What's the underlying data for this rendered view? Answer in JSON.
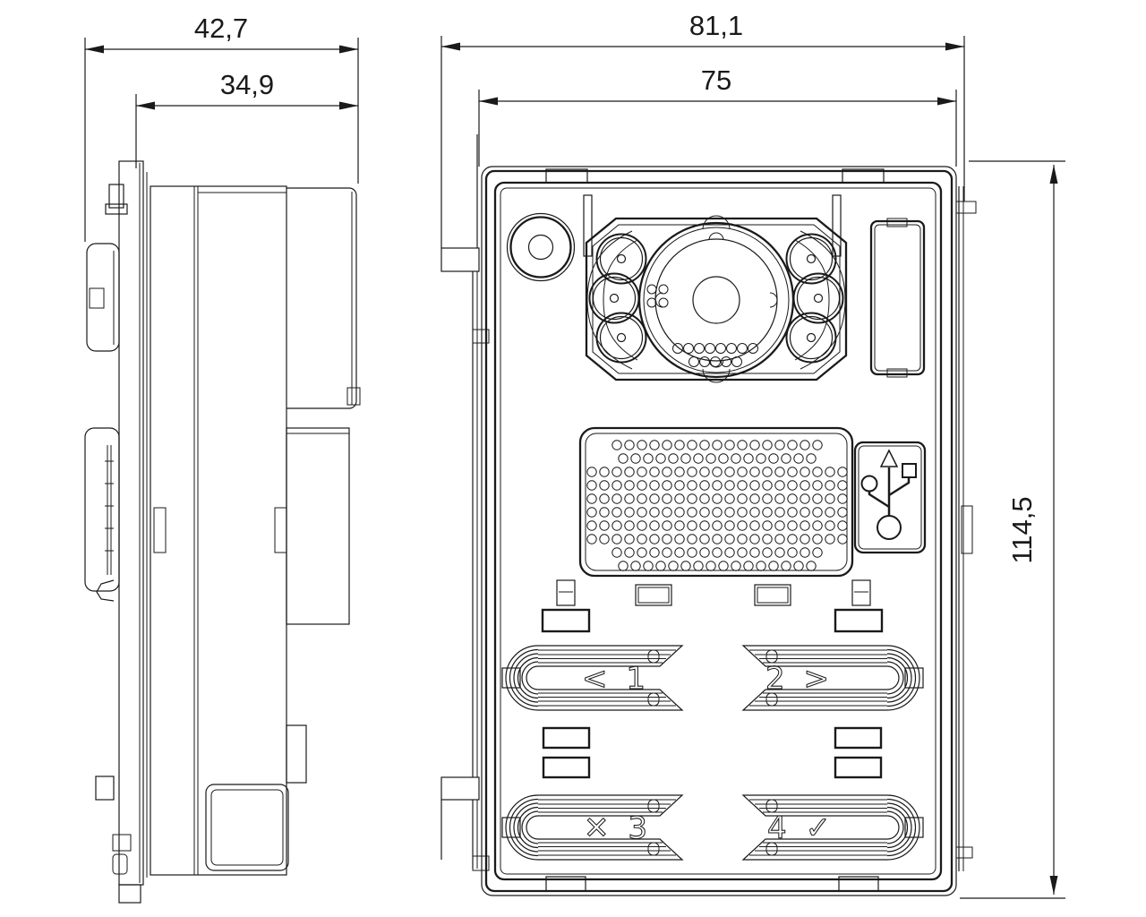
{
  "drawing": {
    "colors": {
      "line": "#1a1a1a",
      "background": "#ffffff"
    },
    "dimensions": {
      "side_overall_depth": "42,7",
      "side_body_depth": "34,9",
      "front_overall_width": "81,1",
      "front_plate_width": "75",
      "front_overall_height": "114,5"
    },
    "buttons": [
      {
        "label": "< 1"
      },
      {
        "label": "2 >"
      },
      {
        "label": "✕ 3"
      },
      {
        "label": "4 ✓"
      }
    ],
    "icons": {
      "usb": "usb-trident"
    }
  }
}
